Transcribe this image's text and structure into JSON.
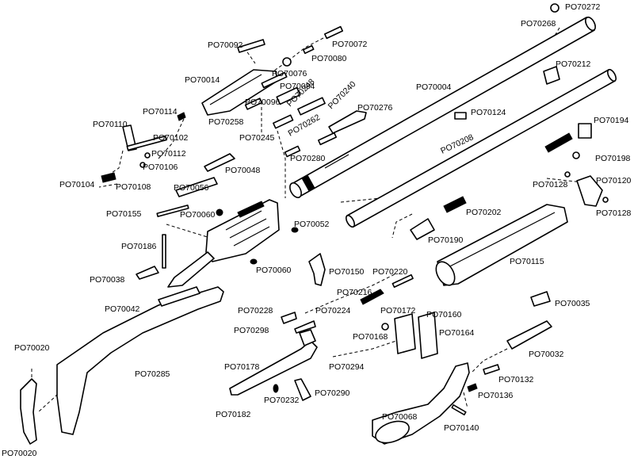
{
  "labels": [
    "PO70272",
    "PO70268",
    "PO70092",
    "PO70072",
    "PO70080",
    "PO70076",
    "PO70014",
    "PO70084",
    "PO70212",
    "PO70004",
    "PO70096",
    "PO70248",
    "PO70240",
    "PO70114",
    "PO70276",
    "PO70124",
    "PO70110",
    "PO70258",
    "PO70102",
    "PO70262",
    "PO70245",
    "PO70194",
    "PO70112",
    "PO70208",
    "PO70280",
    "PO70106",
    "PO70198",
    "PO70048",
    "PO70104",
    "PO70108",
    "PO70056",
    "PO70128",
    "PO70120",
    "PO70060",
    "PO70155",
    "PO70202",
    "PO70128",
    "PO70052",
    "PO70190",
    "PO70186",
    "PO70115",
    "PO70060",
    "PO70150",
    "PO70220",
    "PO70038",
    "PO70216",
    "PO70042",
    "PO70228",
    "PO70224",
    "PO70172",
    "PO70160",
    "PO70035",
    "PO70298",
    "PO70168",
    "PO70164",
    "PO70020",
    "PO70285",
    "PO70032",
    "PO70178",
    "PO70294",
    "PO70132",
    "PO70290",
    "PO70232",
    "PO70136",
    "PO70182",
    "PO70068",
    "PO70140",
    "PO70020"
  ]
}
